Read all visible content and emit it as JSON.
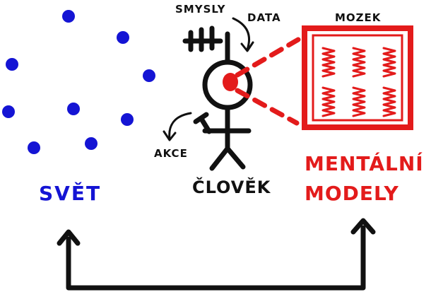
{
  "labels": {
    "senses": "SMYSLY",
    "data": "DATA",
    "brain": "MOZEK",
    "actions": "AKCE",
    "world": "SVĚT",
    "human": "ČLOVĚK",
    "mental_line1": "MENTÁLNÍ",
    "mental_line2": "MODELY"
  },
  "colors": {
    "world_blue": "#1010d0",
    "mental_red": "#e31b1b",
    "ink": "#111111"
  },
  "icons": [
    "dot-icon",
    "antenna-icon",
    "eye-icon",
    "hammer-icon",
    "spring-icon",
    "arrow-icon"
  ]
}
